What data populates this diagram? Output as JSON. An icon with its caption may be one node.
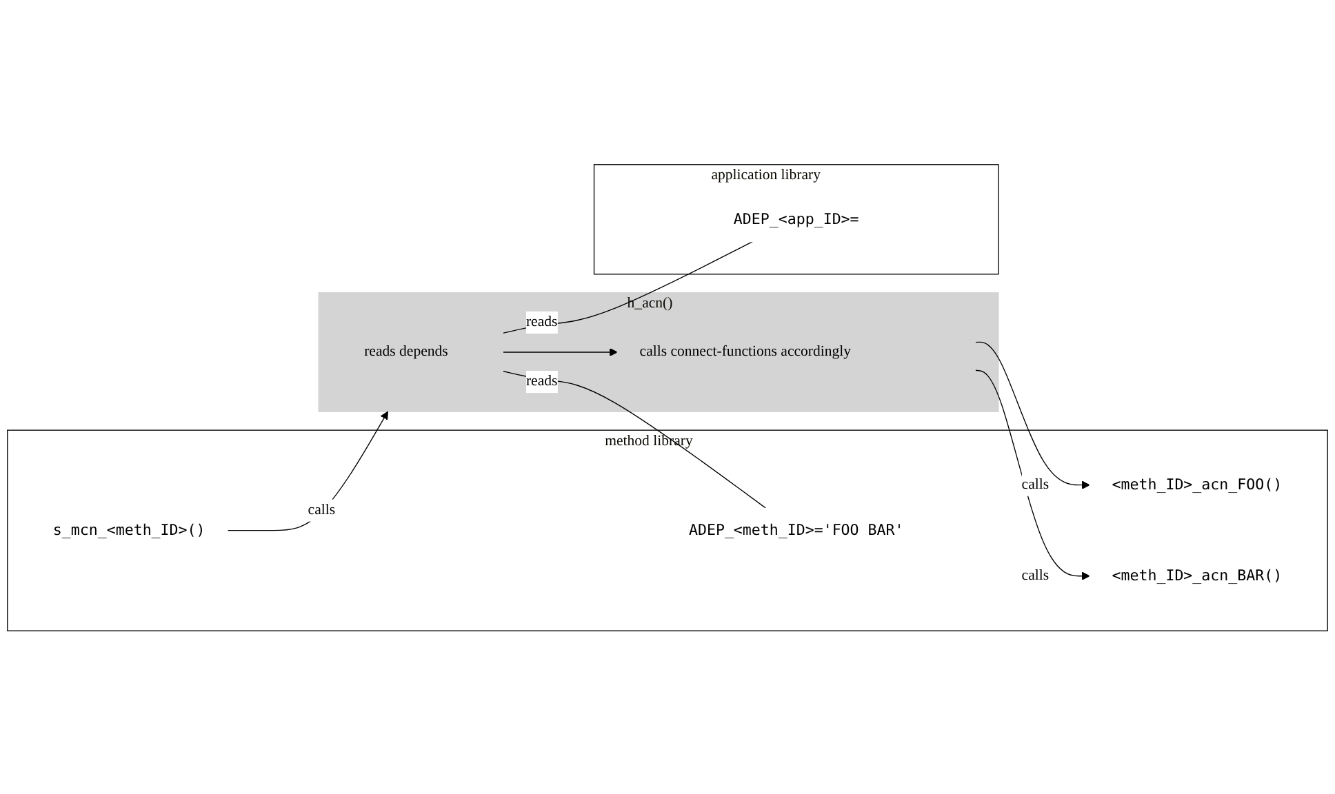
{
  "diagram": {
    "nodes": [
      {
        "text": [
          "method library"
        ]
      },
      {
        "text": [
          "s_mcn_<meth_ID>()"
        ],
        "in": 0
      },
      {
        "text": [
          "ADEP_<meth_ID>='FOO BAR'"
        ],
        "in": 0
      },
      {
        "text": [
          "<meth_ID>_acn_FOO()"
        ],
        "in": 0
      },
      {
        "text": [
          "<meth_ID>_acn_BAR()"
        ],
        "in": 0
      },
      {
        "text": [
          "h_acn()"
        ]
      },
      {
        "text": [
          "reads depends"
        ],
        "in": 5
      },
      {
        "text": [
          "calls connect-functions accordingly"
        ],
        "in": 5
      },
      {
        "text": [
          "application library"
        ]
      },
      {
        "text": [
          "ADEP_<app_ID>="
        ],
        "in": 8
      }
    ],
    "edges": [
      {
        "from": 1,
        "to": 5,
        "arrow": "to",
        "label": "calls"
      },
      {
        "from": 6,
        "to": 2,
        "arrow": "none",
        "label": "reads"
      },
      {
        "from": 6,
        "to": 9,
        "arrow": "none",
        "label": "reads"
      },
      {
        "from": 6,
        "to": 7,
        "arrow": "to"
      },
      {
        "from": 7,
        "to": 3,
        "arrow": "to",
        "label": "calls"
      },
      {
        "from": 7,
        "to": 4,
        "arrow": "to",
        "label": "calls"
      }
    ]
  }
}
